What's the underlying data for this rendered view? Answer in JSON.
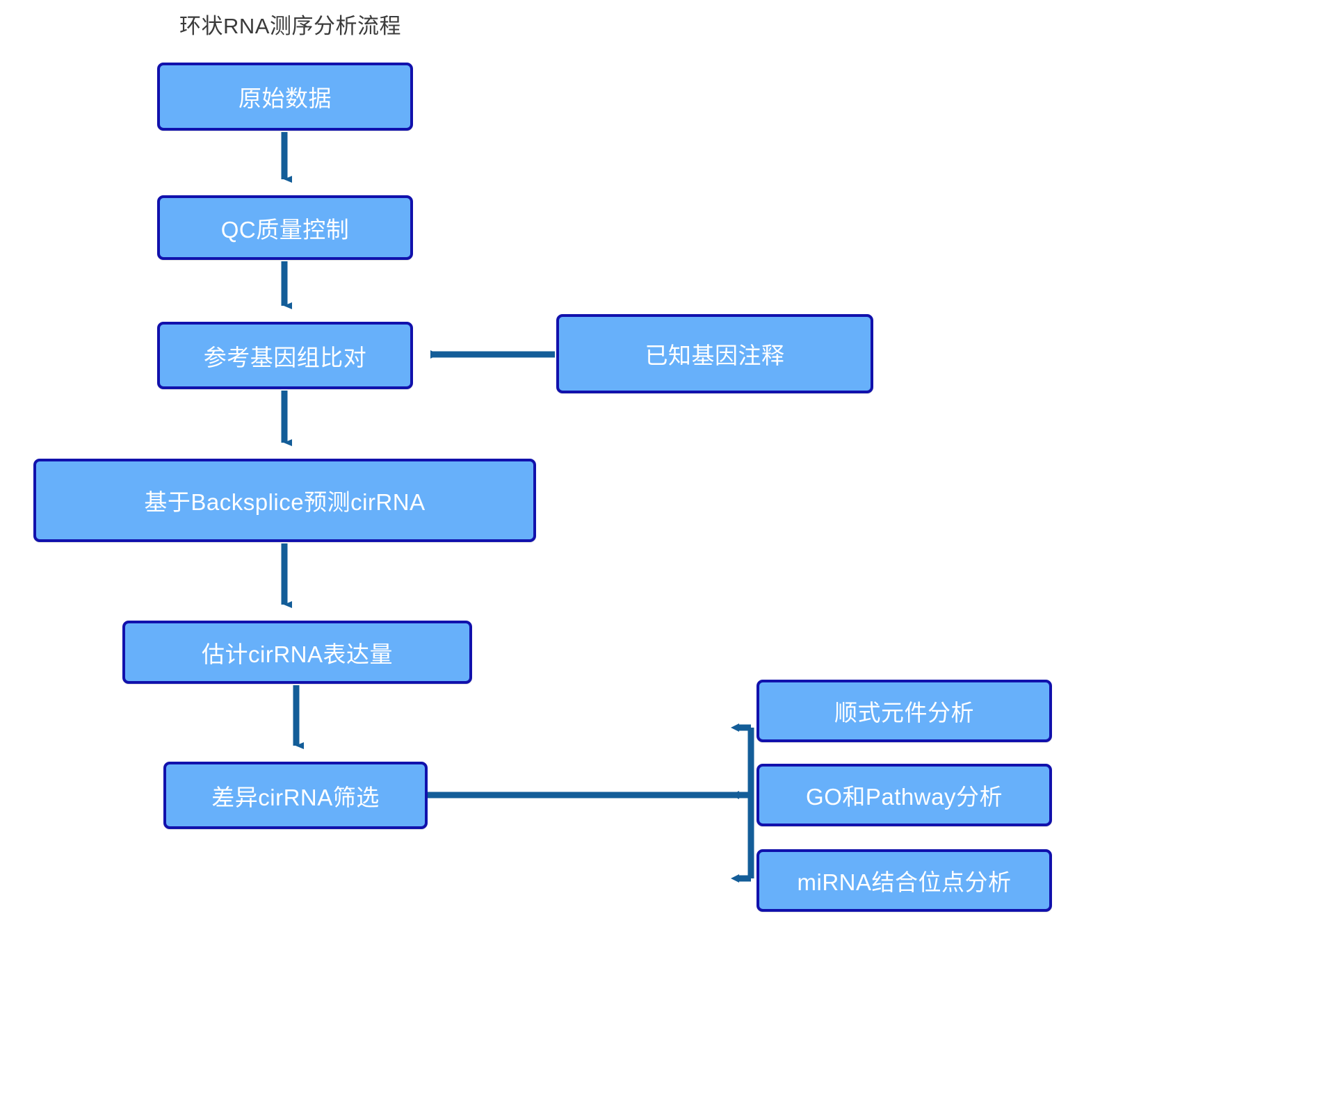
{
  "diagram": {
    "title": "环状RNA测序分析流程",
    "title_color": "#3b3b3b",
    "background": "#ffffff",
    "node_fill": "#67b0fa",
    "node_border": "#1111ac",
    "node_text_color": "#ffffff",
    "connector_color": "#135d98",
    "nodes": {
      "raw_data": "原始数据",
      "qc": "QC质量控制",
      "align": "参考基因组比对",
      "annotation": "已知基因注释",
      "backsplice": "基于Backsplice预测cirRNA",
      "expression": "估计cirRNA表达量",
      "diff": "差异cirRNA筛选",
      "cis_element": "顺式元件分析",
      "go_pathway": "GO和Pathway分析",
      "mirna_site": "miRNA结合位点分析"
    },
    "edges": [
      {
        "from": "raw_data",
        "to": "qc",
        "direction": "down"
      },
      {
        "from": "qc",
        "to": "align",
        "direction": "down"
      },
      {
        "from": "annotation",
        "to": "align",
        "direction": "left"
      },
      {
        "from": "align",
        "to": "backsplice",
        "direction": "down"
      },
      {
        "from": "backsplice",
        "to": "expression",
        "direction": "down"
      },
      {
        "from": "expression",
        "to": "diff",
        "direction": "down"
      },
      {
        "from": "diff",
        "to": "cis_element",
        "direction": "right"
      },
      {
        "from": "diff",
        "to": "go_pathway",
        "direction": "right"
      },
      {
        "from": "diff",
        "to": "mirna_site",
        "direction": "right"
      }
    ]
  }
}
